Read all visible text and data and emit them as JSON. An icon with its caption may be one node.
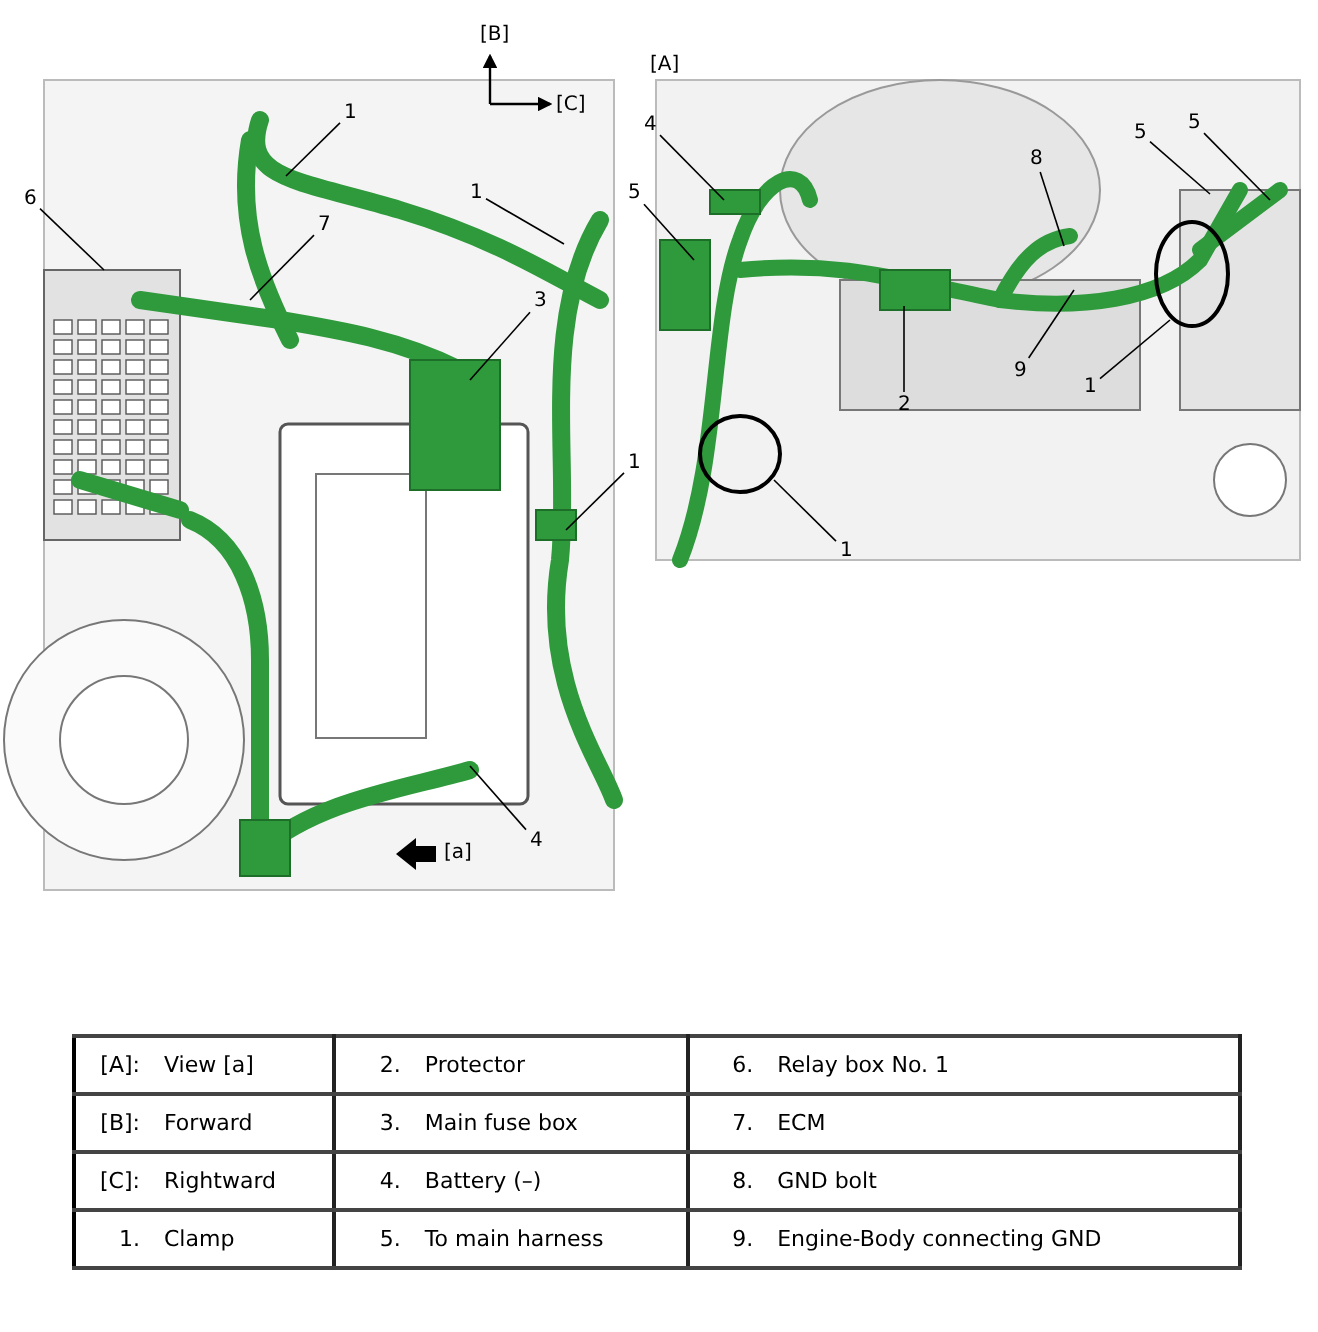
{
  "diagram": {
    "nodes": [
      {
        "text": [
          "1"
        ]
      },
      {
        "text": [
          "1"
        ]
      },
      {
        "text": [
          "6"
        ]
      },
      {
        "text": [
          "7"
        ]
      },
      {
        "text": [
          "3"
        ]
      },
      {
        "text": [
          "1"
        ]
      },
      {
        "text": [
          "4"
        ]
      },
      {
        "text": [
          "4"
        ]
      },
      {
        "text": [
          "5"
        ]
      },
      {
        "text": [
          "5"
        ]
      },
      {
        "text": [
          "8"
        ]
      },
      {
        "text": [
          "5"
        ]
      },
      {
        "text": [
          "9"
        ]
      },
      {
        "text": [
          "1"
        ]
      },
      {
        "text": [
          "2"
        ]
      },
      {
        "text": [
          "1"
        ]
      }
    ],
    "edges": [
      {
        "from": 0,
        "to": null,
        "arrow": "none"
      },
      {
        "from": 1,
        "to": null,
        "arrow": "none"
      },
      {
        "from": 2,
        "to": null,
        "arrow": "none"
      },
      {
        "from": 3,
        "to": null,
        "arrow": "none"
      },
      {
        "from": 4,
        "to": null,
        "arrow": "none"
      },
      {
        "from": 5,
        "to": null,
        "arrow": "none"
      },
      {
        "from": 6,
        "to": null,
        "arrow": "none"
      },
      {
        "from": 7,
        "to": null,
        "arrow": "none"
      },
      {
        "from": 8,
        "to": null,
        "arrow": "none"
      },
      {
        "from": 9,
        "to": null,
        "arrow": "none"
      },
      {
        "from": 10,
        "to": null,
        "arrow": "none"
      },
      {
        "from": 11,
        "to": null,
        "arrow": "none"
      },
      {
        "from": 12,
        "to": null,
        "arrow": "none"
      },
      {
        "from": 13,
        "to": null,
        "arrow": "none"
      },
      {
        "from": 14,
        "to": null,
        "arrow": "none"
      },
      {
        "from": 15,
        "to": null,
        "arrow": "none"
      }
    ],
    "labels": [
      "[B]",
      "[C]",
      "[A]",
      "[a]",
      "[A]:",
      "View [a]",
      "2.",
      "Protector",
      "6.",
      "Relay box No. 1",
      "[B]:",
      "Forward",
      "3.",
      "Main fuse box",
      "7.",
      "ECM",
      "[C]:",
      "Rightward",
      "4.",
      "Battery (–)",
      "8.",
      "GND bolt",
      "1.",
      "Clamp",
      "5.",
      "To main harness",
      "9.",
      "Engine-Body connecting GND"
    ]
  }
}
